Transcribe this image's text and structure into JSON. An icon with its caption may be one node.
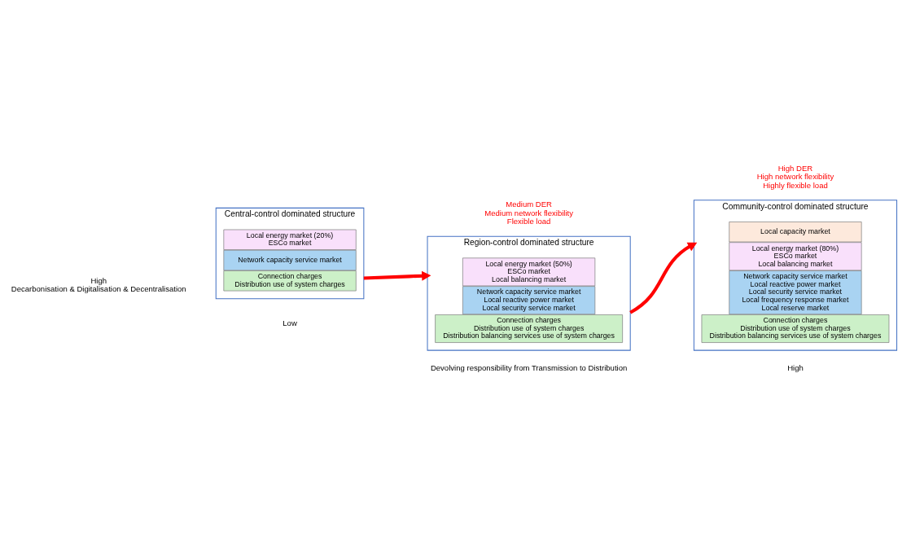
{
  "diagram": {
    "nodes": [
      {
        "text": [
          "Central-control dominated structure"
        ]
      },
      {
        "text": [
          "Local energy market (20%)",
          "ESCo market"
        ],
        "in": 0
      },
      {
        "text": [
          "Network capacity service market"
        ],
        "in": 0
      },
      {
        "text": [
          "Connection charges",
          "Distribution use of system charges"
        ],
        "in": 0
      },
      {
        "text": [
          "Region-control dominated structure"
        ]
      },
      {
        "text": [
          "Local energy market (50%)",
          "ESCo market",
          "Local balancing market"
        ],
        "in": 4
      },
      {
        "text": [
          "Network capacity service market",
          "Local reactive power market",
          "Local security service market"
        ],
        "in": 4
      },
      {
        "text": [
          "Connection charges",
          "Distribution use of system charges",
          "Distribution balancing services use of system charges"
        ],
        "in": 4
      },
      {
        "text": [
          "Community-control dominated structure"
        ]
      },
      {
        "text": [
          "Local capacity market"
        ],
        "in": 8
      },
      {
        "text": [
          "Local energy market (80%)",
          "ESCo market",
          "Local balancing market"
        ],
        "in": 8
      },
      {
        "text": [
          "Network capacity service market",
          "Local reactive power market",
          "Local security service market",
          "Local frequency response market",
          "Local reserve market"
        ],
        "in": 8
      },
      {
        "text": [
          "Connection charges",
          "Distribution use of system charges",
          "Distribution balancing services use of system charges"
        ],
        "in": 8
      }
    ],
    "edges": [
      {
        "from": 0,
        "to": 4,
        "arrow": "to"
      },
      {
        "from": 4,
        "to": 8,
        "arrow": "to"
      }
    ],
    "labels": [
      "High",
      "Decarbonisation & Digitalisation & Decentralisation",
      "High DER",
      "High network flexibility",
      "Highly flexible load",
      "Medium DER",
      "Medium network flexibility",
      "Flexible load",
      "Low",
      "Devolving responsibility from Transmission to Distribution",
      "High"
    ]
  }
}
